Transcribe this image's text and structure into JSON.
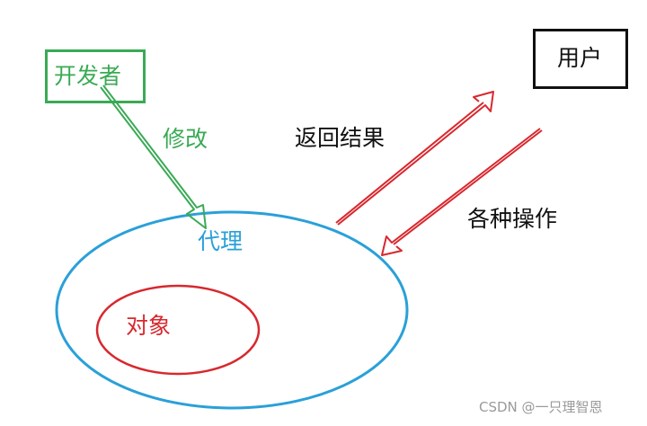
{
  "diagram": {
    "nodes": {
      "developer": {
        "label": "开发者",
        "color": "#3aaa55",
        "shape": "rectangle"
      },
      "user": {
        "label": "用户",
        "color": "#111111",
        "shape": "rectangle"
      },
      "proxy": {
        "label": "代理",
        "color": "#2aa0d8",
        "shape": "ellipse"
      },
      "object": {
        "label": "对象",
        "color": "#d8282e",
        "shape": "ellipse"
      }
    },
    "edges": {
      "modify": {
        "label": "修改",
        "from": "developer",
        "to": "proxy",
        "color": "#3aaa55"
      },
      "return_result": {
        "label": "返回结果",
        "from": "proxy",
        "to": "user",
        "color": "#d8282e"
      },
      "operations": {
        "label": "各种操作",
        "from": "user",
        "to": "proxy",
        "color": "#d8282e"
      }
    }
  },
  "watermark": "CSDN @一只理智恩"
}
